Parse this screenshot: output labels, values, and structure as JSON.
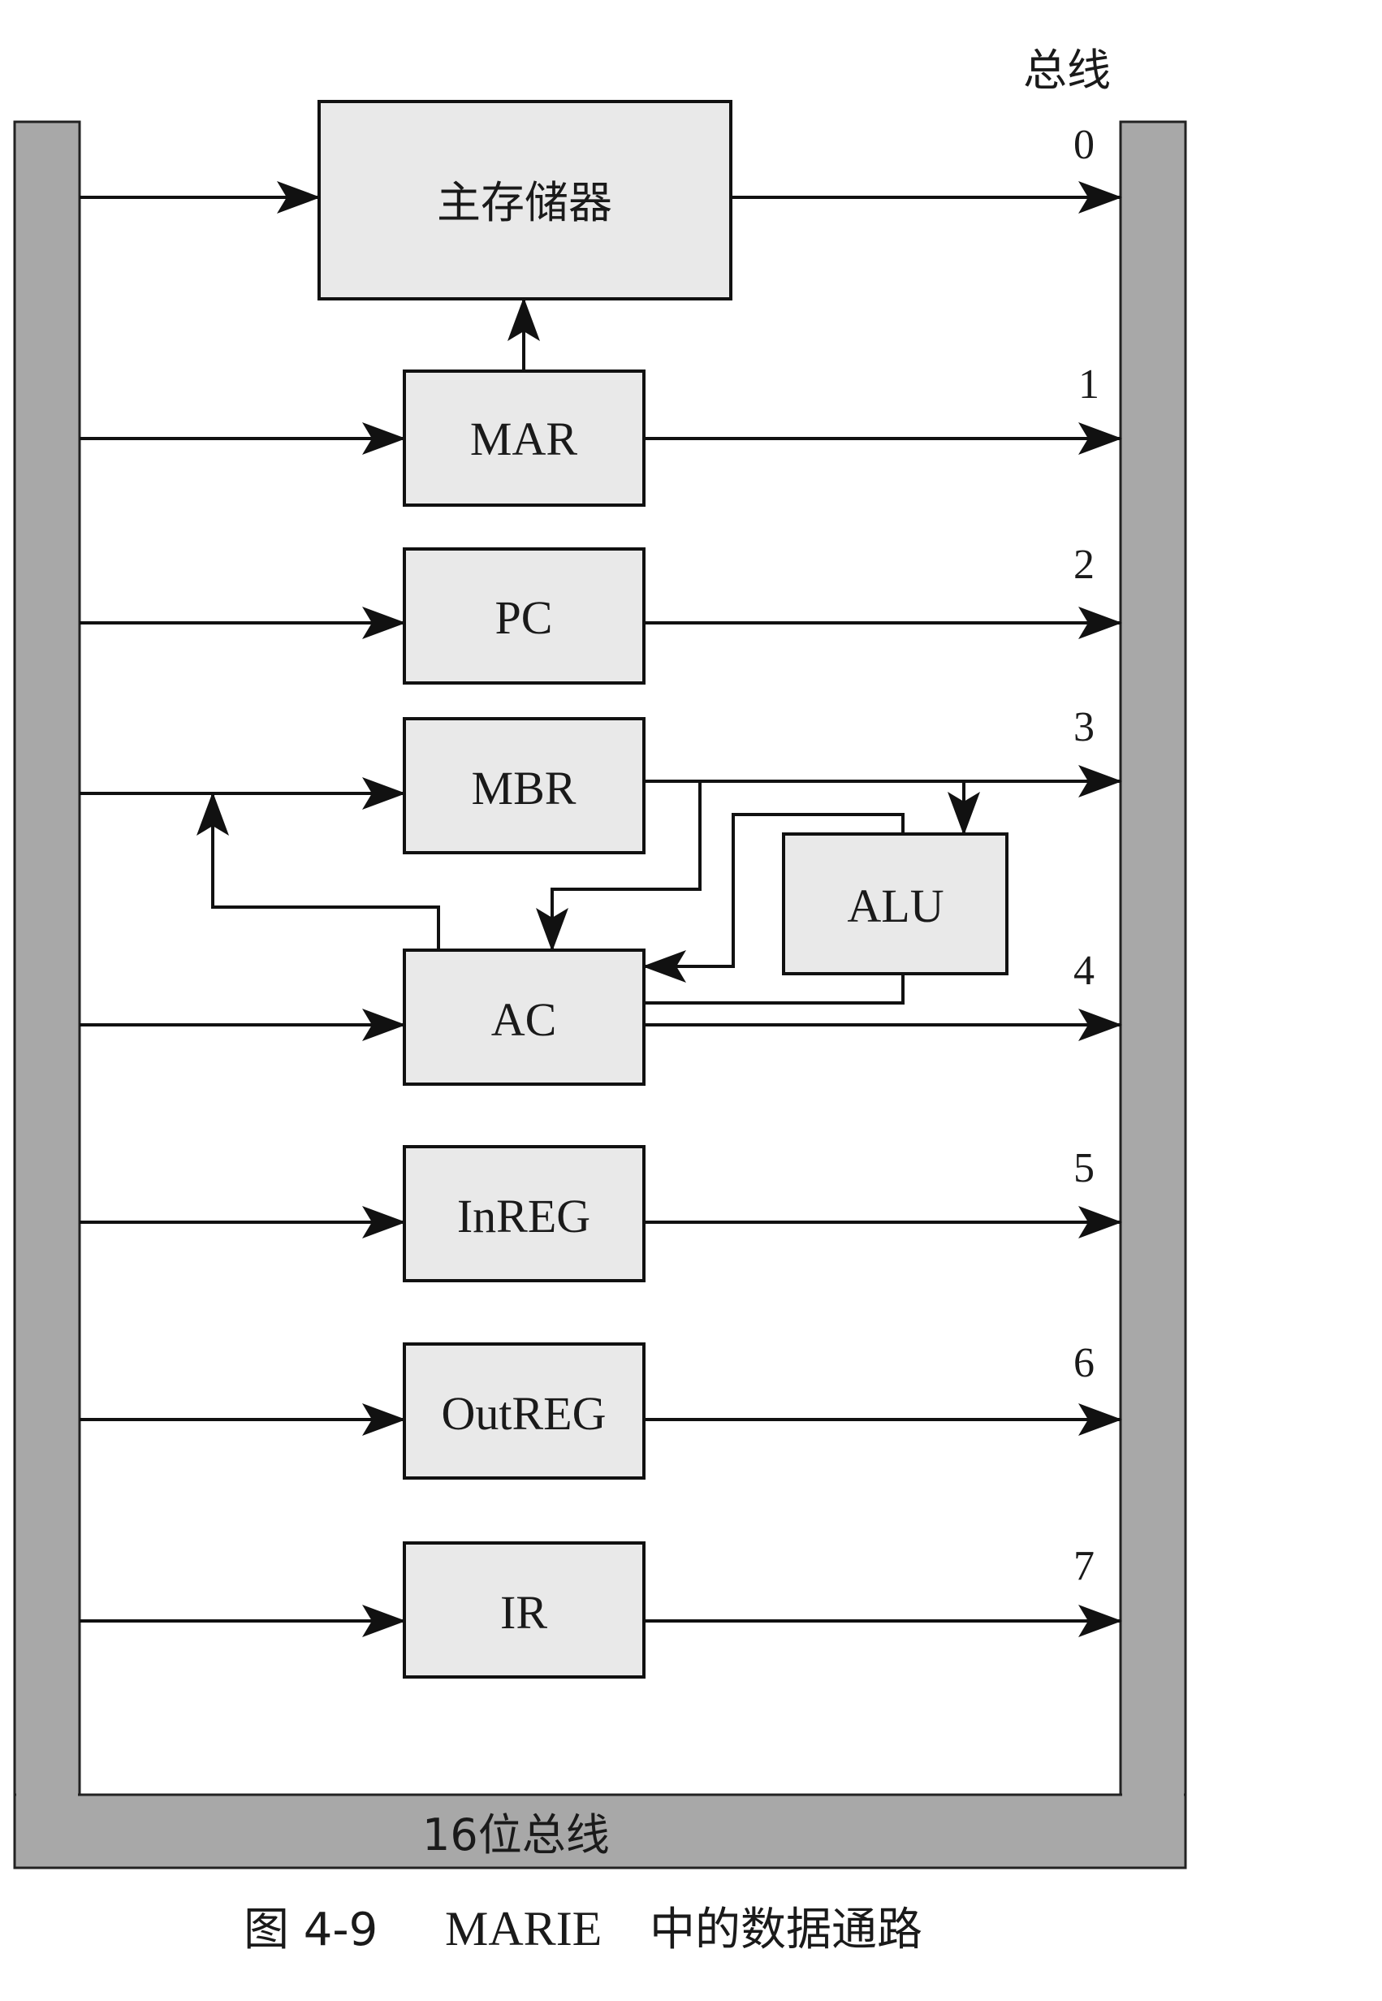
{
  "bus": {
    "top_label": "总线",
    "bottom_label": "16位总线",
    "lines": [
      "0",
      "1",
      "2",
      "3",
      "4",
      "5",
      "6",
      "7"
    ]
  },
  "components": {
    "memory": "主存储器",
    "mar": "MAR",
    "pc": "PC",
    "mbr": "MBR",
    "alu": "ALU",
    "ac": "AC",
    "inreg": "InREG",
    "outreg": "OutREG",
    "ir": "IR"
  },
  "caption": {
    "figure_number": "图 4-9",
    "title_latin": "MARIE",
    "title_cjk": "中的数据通路"
  },
  "colors": {
    "box_fill": "#e9e9e9",
    "bus_fill": "#a8a8a8",
    "line": "#111111"
  }
}
